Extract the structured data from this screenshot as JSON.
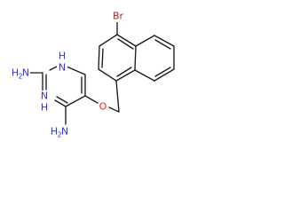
{
  "molecule": {
    "atoms": {
      "br": {
        "label": "Br",
        "color": "#a52a2a"
      },
      "o": {
        "label": "O",
        "color": "#ff2020"
      },
      "n1": {
        "label": "N",
        "color": "#3030ff"
      },
      "n3": {
        "label": "N",
        "color": "#3030ff"
      },
      "nh1": {
        "label": "H",
        "color": "#3030ff"
      },
      "nh3": {
        "label": "H",
        "color": "#3030ff"
      },
      "nh2a": {
        "label": "H",
        "sub": "2",
        "prefix": "N",
        "color": "#3030ff"
      },
      "nh2b": {
        "label": "H",
        "sub": "2",
        "prefix": "N",
        "color": "#3030ff"
      }
    }
  }
}
